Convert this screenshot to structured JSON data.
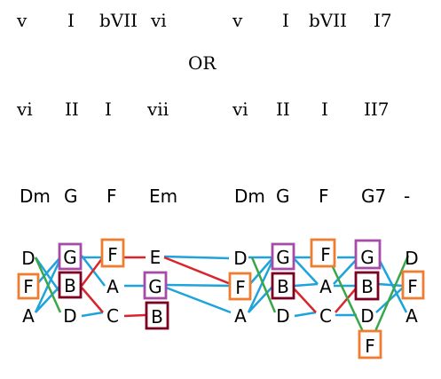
{
  "row1": [
    "v",
    "I",
    "bVII",
    "vi",
    "v",
    "I",
    "bVII",
    "I7"
  ],
  "or_label": "OR",
  "row2": [
    "vi",
    "II",
    "I",
    "vii",
    "vi",
    "II",
    "I",
    "II7"
  ],
  "chords": [
    "Dm",
    "G",
    "F",
    "Em",
    "Dm",
    "G",
    "F",
    "G7",
    "-"
  ],
  "notes": {
    "dm1_d": "D",
    "dm1_f": "F",
    "dm1_a": "A",
    "g1_g": "G",
    "g1_b": "B",
    "g1_d": "D",
    "f1_f": "F",
    "f1_a": "A",
    "f1_c": "C",
    "em1_e": "E",
    "em1_g": "G",
    "em1_b": "B",
    "dm2_d": "D",
    "dm2_f": "F",
    "dm2_a": "A",
    "g2_g": "G",
    "g2_b": "B",
    "g2_d": "D",
    "f2_f": "F",
    "f2_a": "A",
    "f2_c": "C",
    "g7_g": "G",
    "g7_b": "B",
    "g7_d": "D",
    "g7_f": "F",
    "dm3_d": "D",
    "dm3_f": "F",
    "dm3_a": "A"
  },
  "box_colors": {
    "F": "#ed7d31",
    "G": "#a64ca6",
    "B": "#7b0020"
  },
  "line_colors": {
    "blue": "#1ea3dc",
    "red": "#d9262b",
    "green": "#3aa64a"
  }
}
